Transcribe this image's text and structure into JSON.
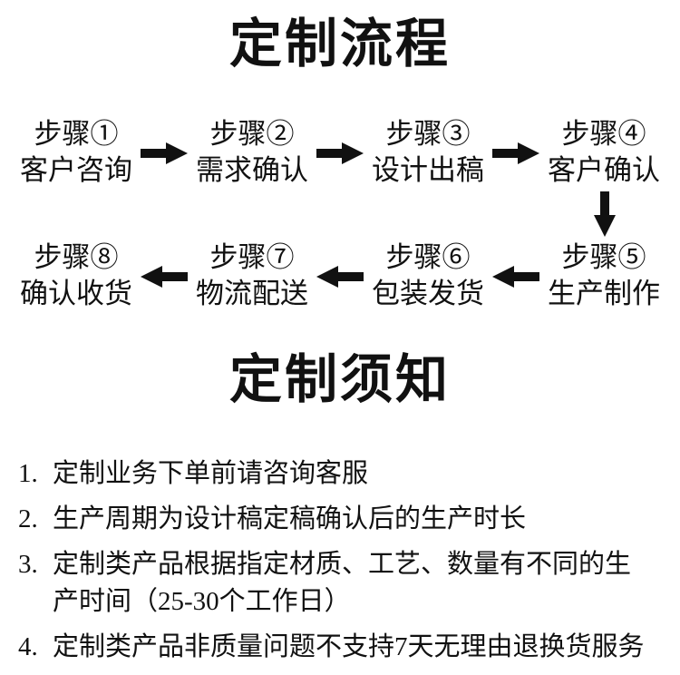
{
  "page": {
    "flow_title": "定制流程",
    "notice_title": "定制须知"
  },
  "flow": {
    "row1": [
      {
        "step": "步骤①",
        "label": "客户咨询"
      },
      {
        "step": "步骤②",
        "label": "需求确认"
      },
      {
        "step": "步骤③",
        "label": "设计出稿"
      },
      {
        "step": "步骤④",
        "label": "客户确认"
      }
    ],
    "row2": [
      {
        "step": "步骤⑧",
        "label": "确认收货"
      },
      {
        "step": "步骤⑦",
        "label": "物流配送"
      },
      {
        "step": "步骤⑥",
        "label": "包装发货"
      },
      {
        "step": "步骤⑤",
        "label": "生产制作"
      }
    ],
    "icons": {
      "right": "arrow-right-icon",
      "left": "arrow-left-icon",
      "down": "arrow-down-icon"
    }
  },
  "notes": [
    {
      "num": "1.",
      "text": "定制业务下单前请咨询客服"
    },
    {
      "num": "2.",
      "text": "生产周期为设计稿定稿确认后的生产时长"
    },
    {
      "num": "3.",
      "text": "定制类产品根据指定材质、工艺、数量有不同的生产时间（25-30个工作日）"
    },
    {
      "num": "4.",
      "text": "定制类产品非质量问题不支持7天无理由退换货服务"
    }
  ],
  "colors": {
    "text": "#111111",
    "background": "#ffffff",
    "arrow": "#111111"
  }
}
